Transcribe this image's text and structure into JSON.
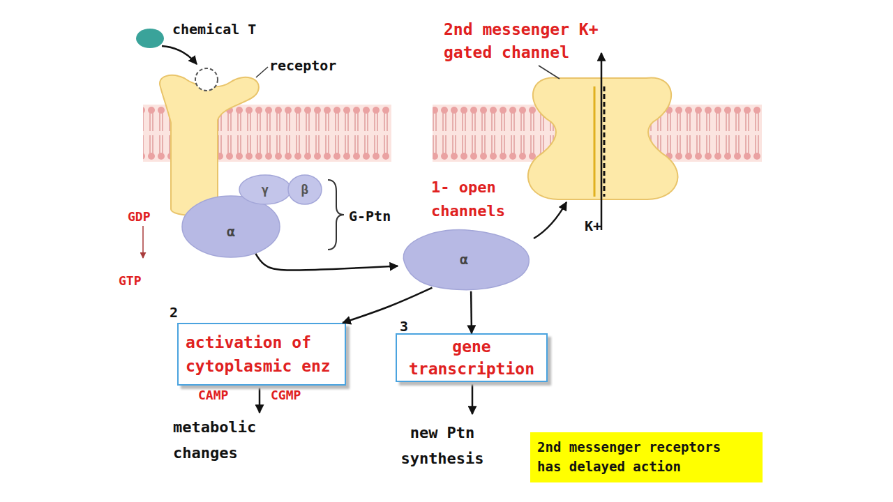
{
  "diagram": {
    "nodes": [
      {
        "text": [
          "γ"
        ]
      },
      {
        "text": [
          "β"
        ]
      },
      {
        "text": [
          "α"
        ]
      },
      {
        "text": [
          "α"
        ]
      },
      {
        "text": [
          "activation of cytoplasmic enz"
        ]
      },
      {
        "text": [
          "gene transcription"
        ]
      },
      {
        "text": [
          "2nd messenger receptors has delayed action"
        ]
      }
    ],
    "edges": [
      {
        "from": 2,
        "to": 3,
        "arrow": "to"
      },
      {
        "from": 3,
        "to": 4,
        "arrow": "to"
      },
      {
        "from": 3,
        "to": 5,
        "arrow": "to"
      }
    ],
    "labels": [
      "chemical T",
      "receptor",
      "2nd messenger K+ gated channel",
      "1- open channels",
      "GDP",
      "G-Ptn",
      "K+",
      "GTP",
      "2",
      "3",
      "CAMP",
      "CGMP",
      "metabolic changes",
      "new Ptn synthesis"
    ]
  }
}
